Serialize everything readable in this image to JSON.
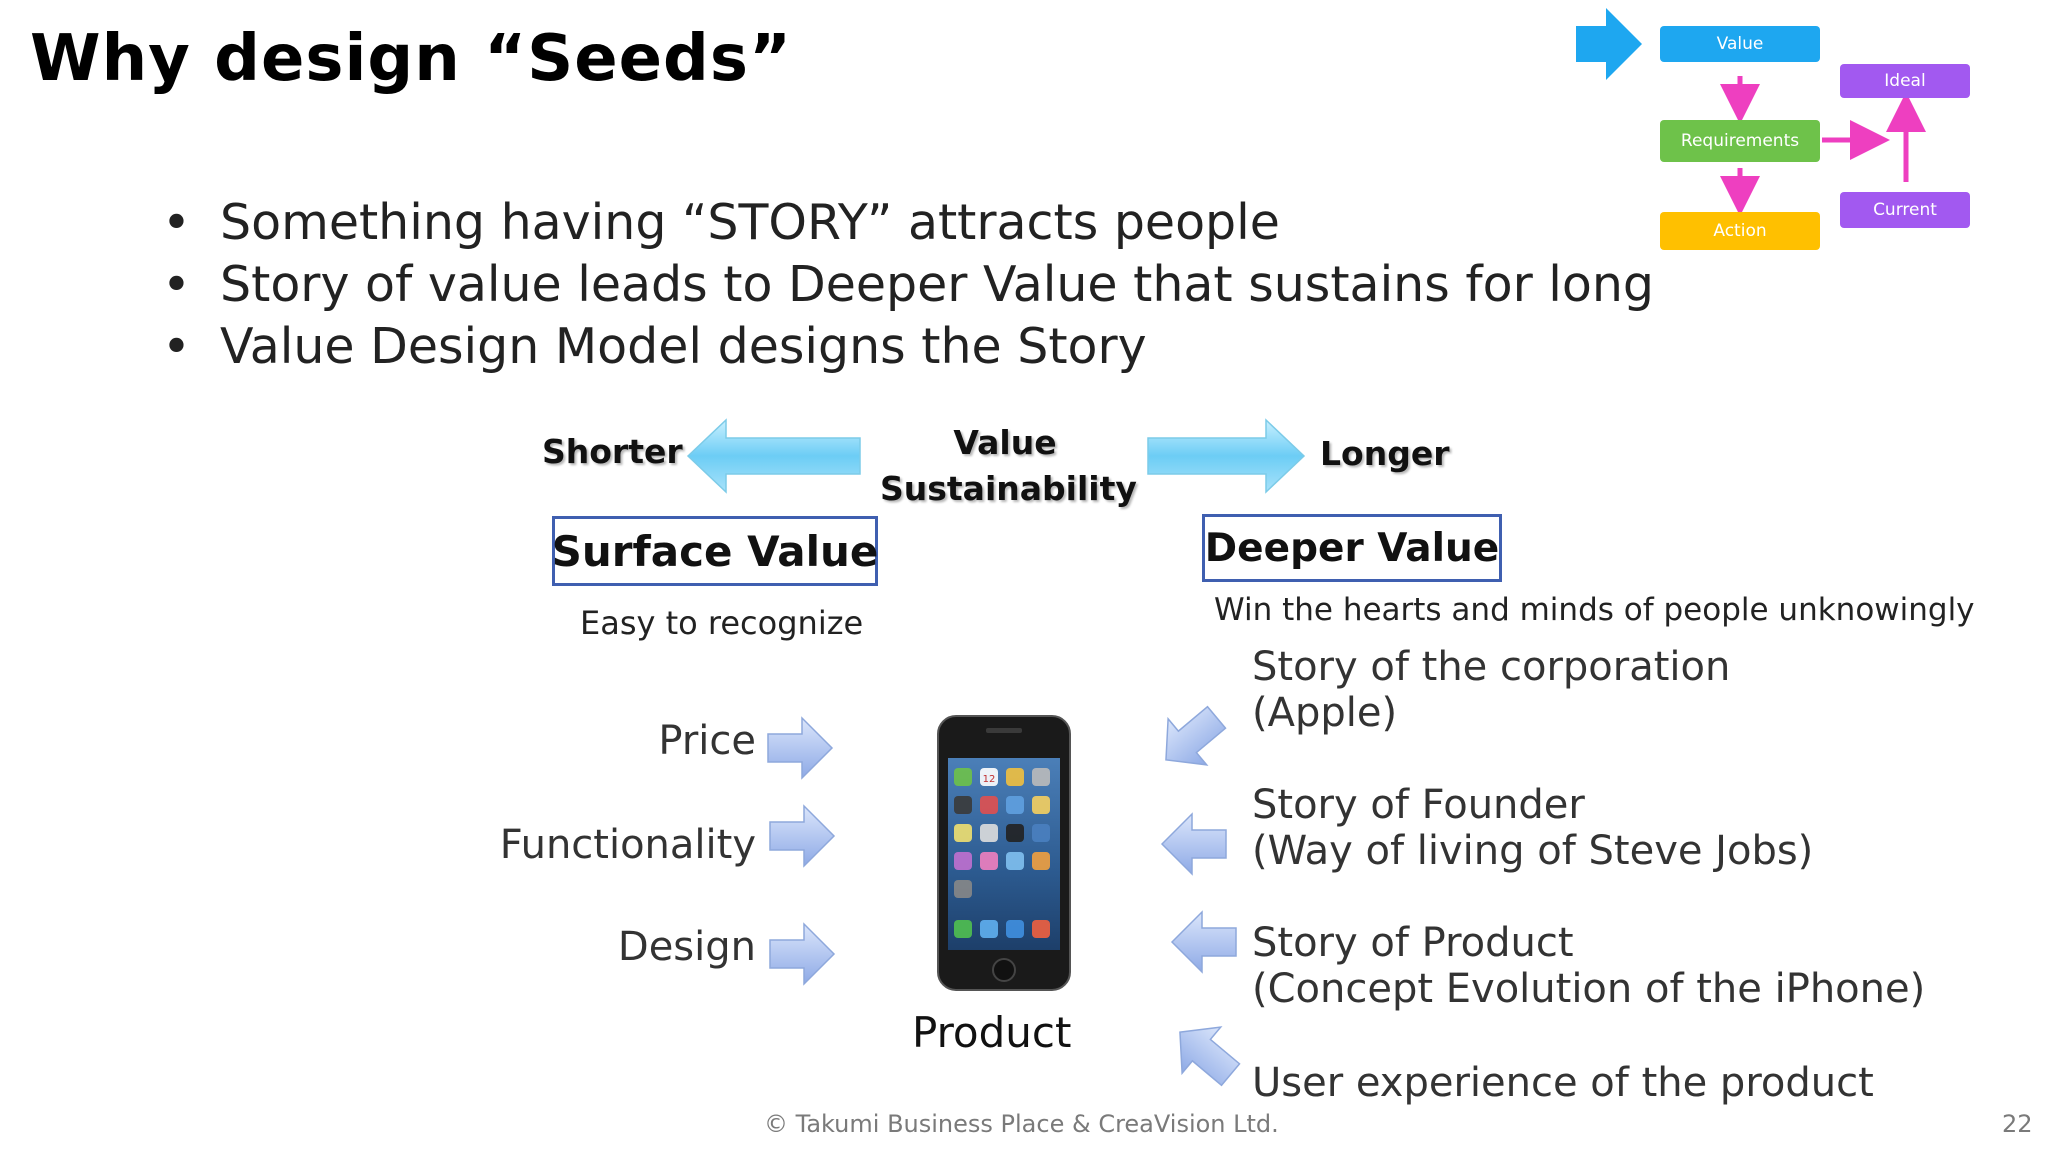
{
  "slide": {
    "title": "Why design “Seeds”",
    "bullets": [
      "Something having “STORY” attracts people",
      "Story of value leads to Deeper Value that sustains for long",
      "Value Design Model designs the Story"
    ],
    "footer": "© Takumi Business Place & CreaVision Ltd.",
    "page_number": "22"
  },
  "flow_diagram": {
    "value": "Value",
    "requirements": "Requirements",
    "action": "Action",
    "ideal": "Ideal",
    "current": "Current",
    "colors": {
      "value": "#1ea7f0",
      "requirements": "#6ec24a",
      "action": "#ffc000",
      "ideal": "#a259f0",
      "current": "#a259f0",
      "arrows": "#ee3fc0",
      "pointer": "#1ea7f0"
    }
  },
  "sustainability": {
    "left": "Shorter",
    "center_line1": "Value",
    "center_line2": "Sustainability",
    "right": "Longer"
  },
  "surface": {
    "heading": "Surface Value",
    "caption": "Easy to recognize",
    "items": [
      "Price",
      "Functionality",
      "Design"
    ]
  },
  "deeper": {
    "heading": "Deeper  Value",
    "caption": "Win the hearts and minds of people unknowingly",
    "items": [
      {
        "line1": "Story of the corporation",
        "line2": "(Apple)"
      },
      {
        "line1": "Story of Founder",
        "line2": "(Way of living of Steve Jobs)"
      },
      {
        "line1": "Story of Product",
        "line2": "(Concept Evolution of the iPhone)"
      },
      {
        "line1": "User experience of the product",
        "line2": ""
      }
    ]
  },
  "product": {
    "label": "Product",
    "icon": "smartphone-icon",
    "app_icon_label": "12"
  }
}
